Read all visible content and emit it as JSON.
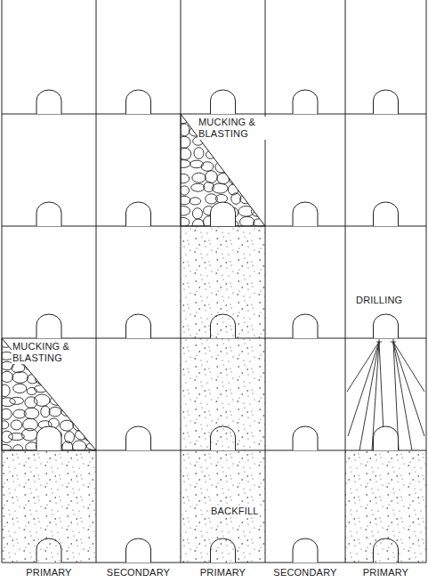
{
  "diagram": {
    "labels": [
      "MUCKING & BLASTING",
      "DRILLING",
      "MUCKING & BLASTING",
      "BACKFILL",
      "PRIMARY",
      "SECONDARY",
      "PRIMARY",
      "SECONDARY",
      "PRIMARY"
    ]
  }
}
